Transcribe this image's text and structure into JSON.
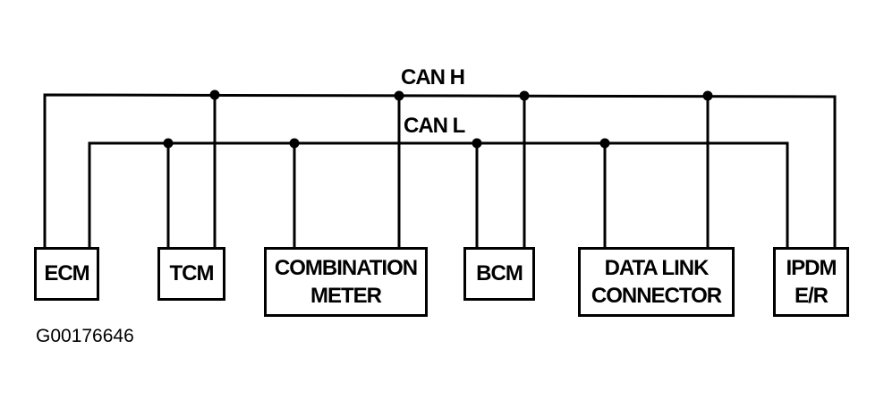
{
  "buses": {
    "can_h": "CAN H",
    "can_l": "CAN L"
  },
  "modules": {
    "ecm": [
      "ECM"
    ],
    "tcm": [
      "TCM"
    ],
    "combination_meter": [
      "COMBINATION",
      "METER"
    ],
    "bcm": [
      "BCM"
    ],
    "data_link_connector": [
      "DATA LINK",
      "CONNECTOR"
    ],
    "ipdm": [
      "IPDM",
      "E/R"
    ]
  },
  "figure_id": "G00176646"
}
